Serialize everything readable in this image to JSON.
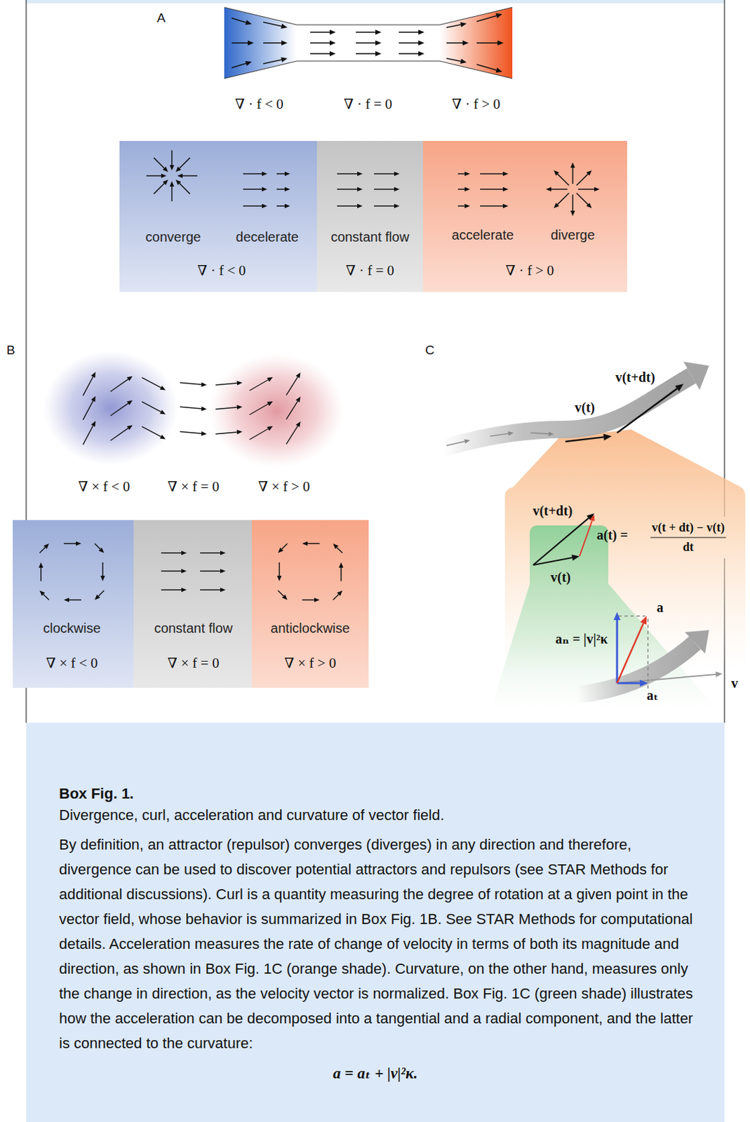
{
  "diagram": {
    "title": "Box Fig. 1.",
    "caption": "Divergence, curl, acceleration and curvature of vector field.",
    "nodes": [
      {
        "text": [
          "converge",
          "decelerate",
          "∇ · f < 0"
        ]
      },
      {
        "text": [
          "constant flow",
          "∇ · f = 0"
        ]
      },
      {
        "text": [
          "accelerate",
          "diverge",
          "∇ · f > 0"
        ]
      },
      {
        "text": [
          "clockwise",
          "∇ × f < 0"
        ]
      },
      {
        "text": [
          "constant flow",
          "∇ × f = 0"
        ]
      },
      {
        "text": [
          "anticlockwise",
          "∇ × f > 0"
        ]
      }
    ],
    "labels": [
      "A",
      "∇ · f < 0",
      "∇ · f = 0",
      "∇ · f > 0",
      "B",
      "C",
      "∇ × f < 0",
      "∇ × f = 0",
      "∇ × f > 0",
      "v(t+dt)",
      "v(t)",
      "v(t+dt)",
      "a(t) =",
      "v(t + dt) − v(t)",
      "dt",
      "v(t)",
      "a",
      "aₙ = |v|²κ",
      "aₜ",
      "v",
      "By definition, an attractor (repulsor) converges (diverges) in any direction and therefore, divergence can be used to discover potential attractors and repulsors (see STAR Methods for additional discussions). Curl is a quantity measuring the degree of rotation at a given point in the vector field, whose behavior is summarized in Box Fig. 1B. See STAR Methods for computational details. Acceleration measures the rate of change of velocity in terms of both its magnitude and direction, as shown in Box Fig. 1C (orange shade). Curvature, on the other hand, measures only the change in direction, as the velocity vector is normalized. Box Fig. 1C (green shade) illustrates how the acceleration can be decomposed into a tangential and a radial component, and the latter is connected to the curvature:",
      "a = aₜ + |v|²κ."
    ]
  }
}
